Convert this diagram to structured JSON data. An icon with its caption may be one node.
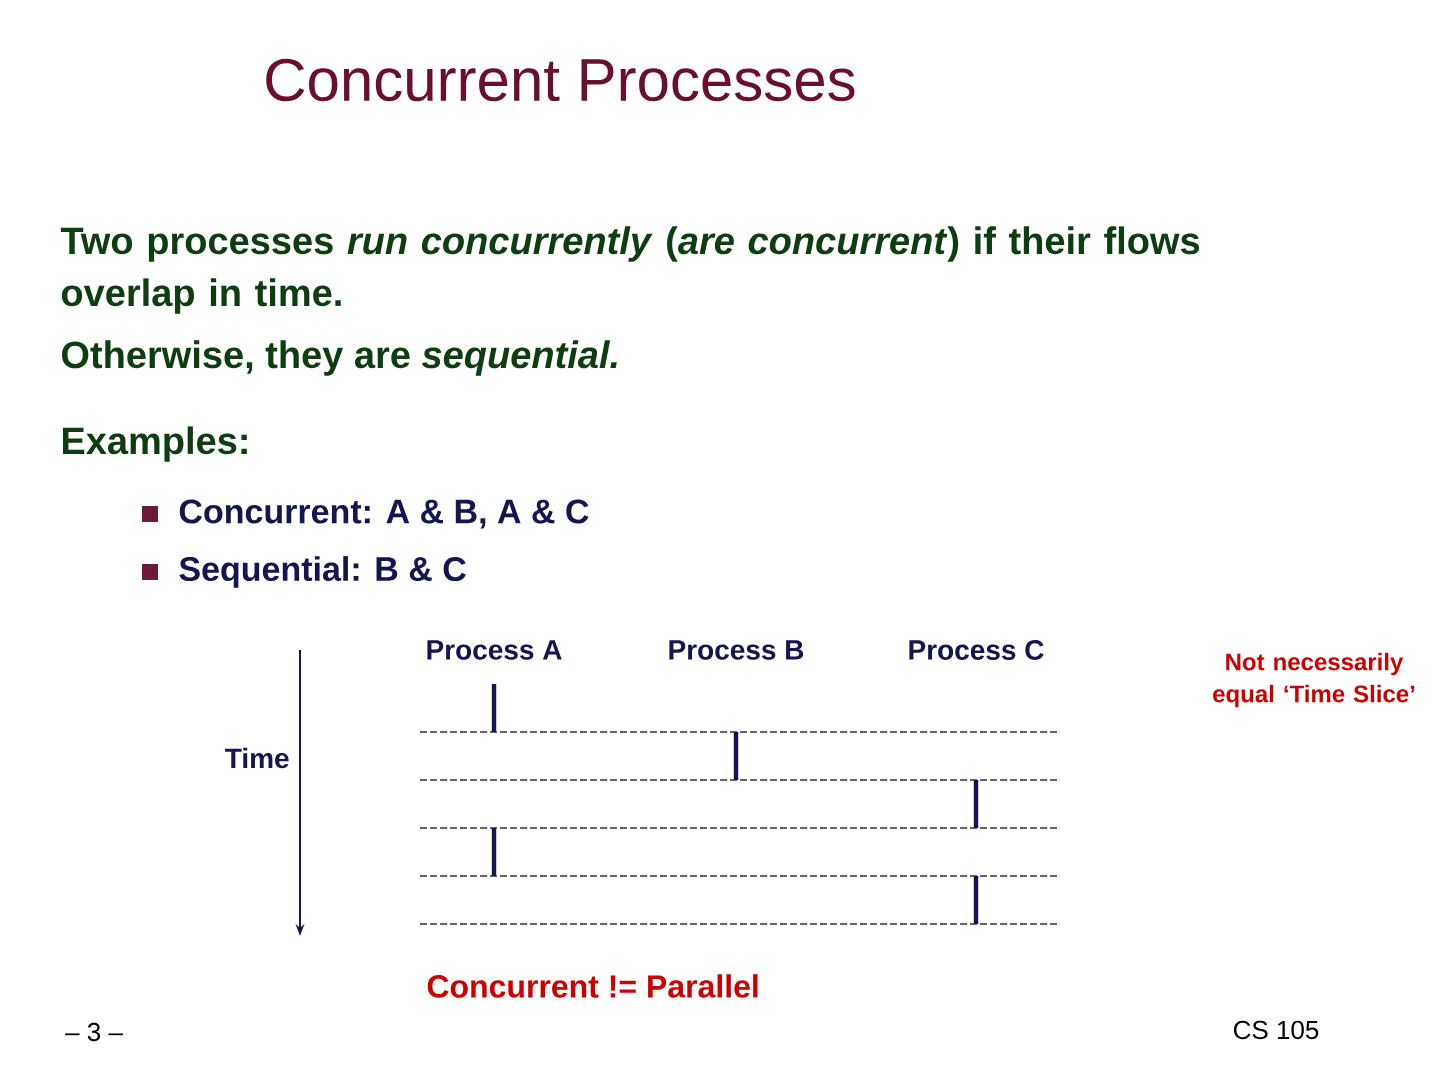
{
  "diagram": {
    "title": "Concurrent Processes",
    "labels": [
      "Two processes *run concurrently* (*are concurrent*) if their flows overlap in time.",
      "Otherwise, they are *sequential.*",
      "Examples:",
      "Concurrent: A & B, A & C",
      "Sequential: B & C",
      "Process A",
      "Process B",
      "Process C",
      "Not necessarily equal ‘Time Slice’",
      "Time",
      "Concurrent  != Parallel",
      "– 3 –",
      "CS 105"
    ]
  }
}
